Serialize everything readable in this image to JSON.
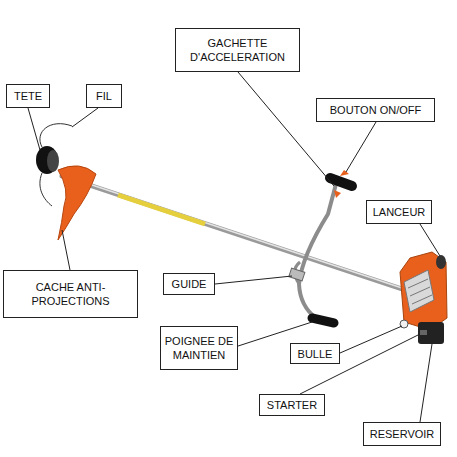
{
  "diagram": {
    "nodes": [
      {
        "text": [
          "GACHETTE D'ACCELERATION"
        ]
      },
      {
        "text": [
          "TETE"
        ]
      },
      {
        "text": [
          "FIL"
        ]
      },
      {
        "text": [
          "BOUTON ON/OFF"
        ]
      },
      {
        "text": [
          "LANCEUR"
        ]
      },
      {
        "text": [
          "CACHE ANTI-PROJECTIONS"
        ]
      },
      {
        "text": [
          "GUIDE"
        ]
      },
      {
        "text": [
          "POIGNEE DE MAINTIEN"
        ]
      },
      {
        "text": [
          "BULLE"
        ]
      },
      {
        "text": [
          "STARTER"
        ]
      },
      {
        "text": [
          "RESERVOIR"
        ]
      }
    ]
  }
}
